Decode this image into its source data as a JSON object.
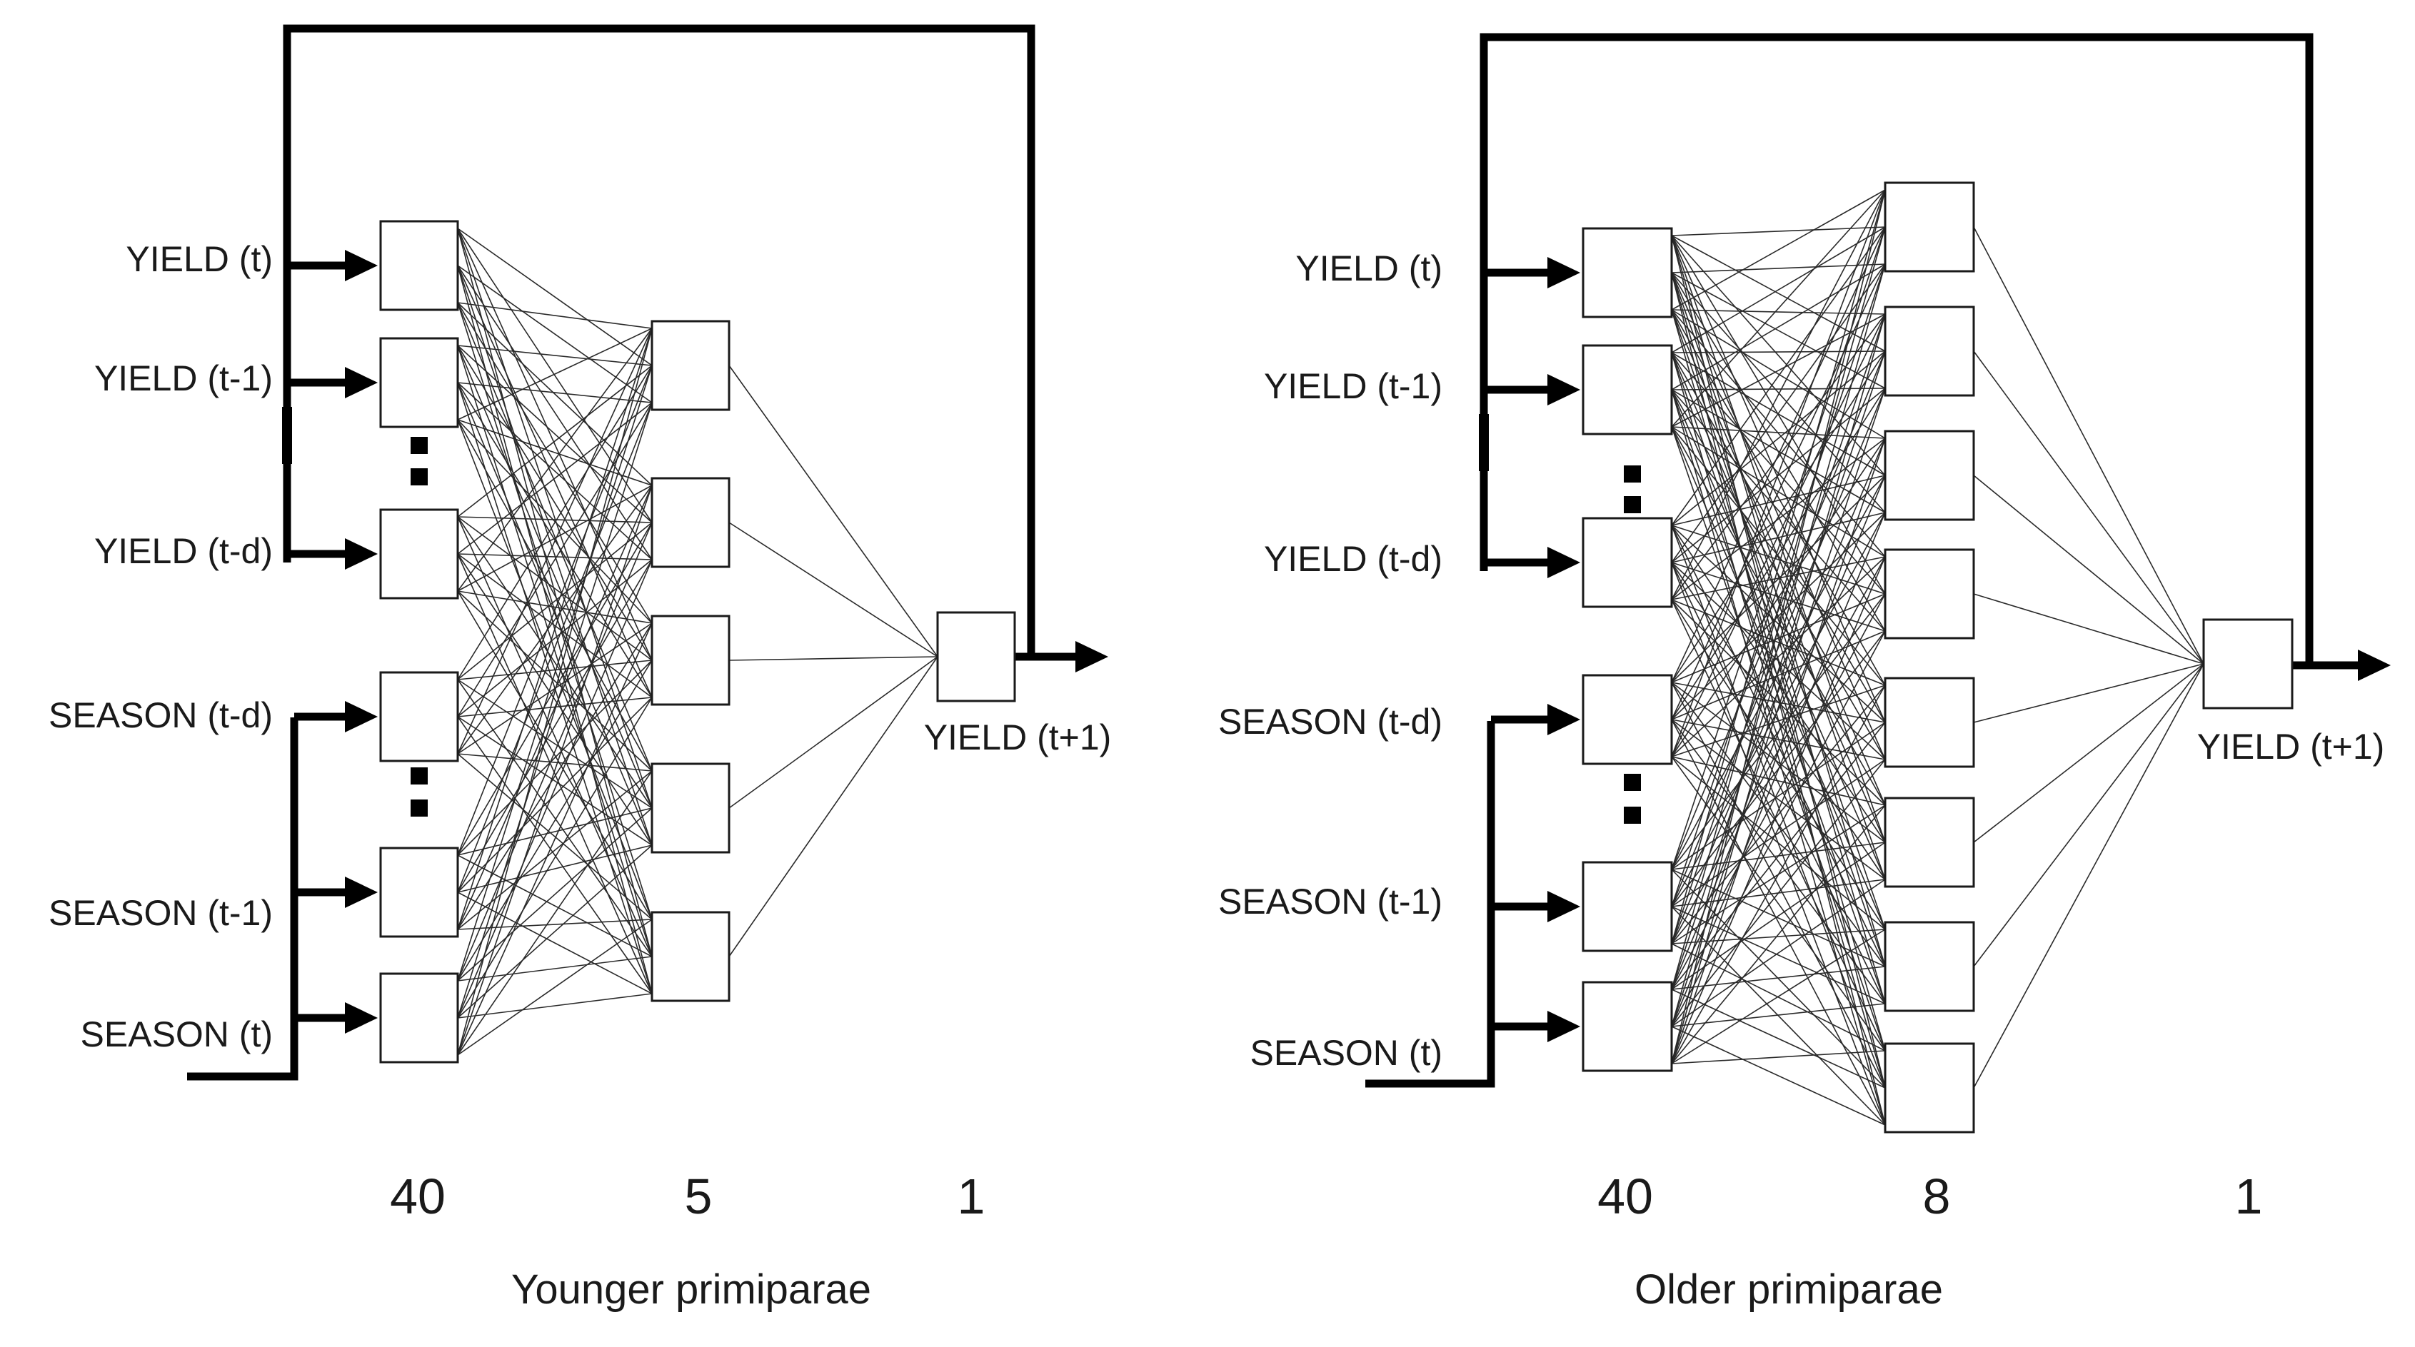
{
  "panels": [
    {
      "id": "younger",
      "caption": "Younger primiparae",
      "layer_counts": [
        "40",
        "5",
        "1"
      ],
      "input_labels": [
        "YIELD (t)",
        "YIELD (t-1)",
        "YIELD (t-d)",
        "SEASON (t-d)",
        "SEASON (t-1)",
        "SEASON (t)"
      ],
      "output_label": "YIELD (t+1)",
      "hidden_nodes": 5
    },
    {
      "id": "older",
      "caption": "Older primiparae",
      "layer_counts": [
        "40",
        "8",
        "1"
      ],
      "input_labels": [
        "YIELD (t)",
        "YIELD (t-1)",
        "YIELD (t-d)",
        "SEASON (t-d)",
        "SEASON (t-1)",
        "SEASON (t)"
      ],
      "output_label": "YIELD (t+1)",
      "hidden_nodes": 8
    }
  ]
}
